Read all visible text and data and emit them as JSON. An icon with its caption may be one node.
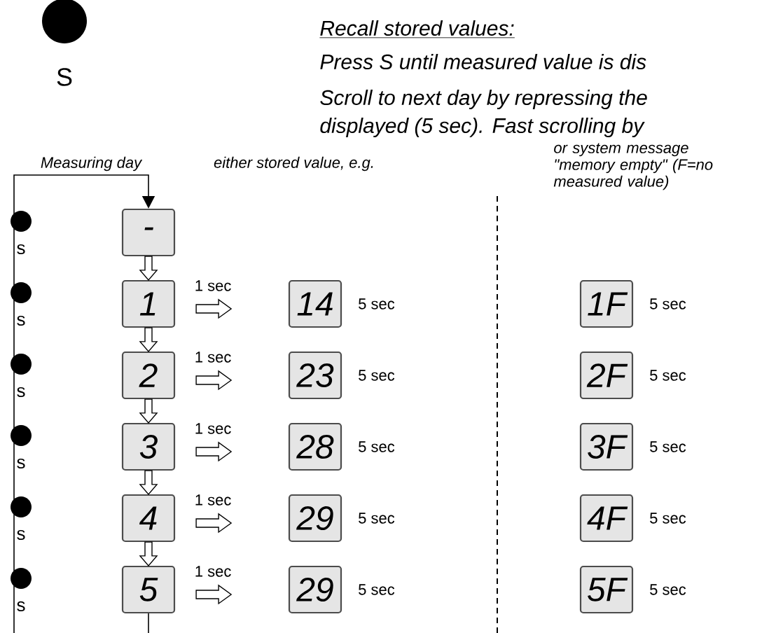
{
  "diagram": {
    "title": "Recall stored values:",
    "nodes": [
      {
        "text": [
          "-"
        ]
      },
      {
        "text": [
          "1"
        ]
      },
      {
        "text": [
          "2"
        ]
      },
      {
        "text": [
          "3"
        ]
      },
      {
        "text": [
          "4"
        ]
      },
      {
        "text": [
          "5"
        ]
      },
      {
        "text": [
          "14"
        ],
        "beside": [
          "5 sec"
        ]
      },
      {
        "text": [
          "23"
        ],
        "beside": [
          "5 sec"
        ]
      },
      {
        "text": [
          "28"
        ],
        "beside": [
          "5 sec"
        ]
      },
      {
        "text": [
          "29"
        ],
        "beside": [
          "5 sec"
        ]
      },
      {
        "text": [
          "29"
        ],
        "beside": [
          "5 sec"
        ]
      },
      {
        "text": [
          "1F"
        ],
        "beside": [
          "5 sec"
        ]
      },
      {
        "text": [
          "2F"
        ],
        "beside": [
          "5 sec"
        ]
      },
      {
        "text": [
          "3F"
        ],
        "beside": [
          "5 sec"
        ]
      },
      {
        "text": [
          "4F"
        ],
        "beside": [
          "5 sec"
        ]
      },
      {
        "text": [
          "5F"
        ],
        "beside": [
          "5 sec"
        ]
      }
    ],
    "edges": [
      {
        "from": 0,
        "to": 1,
        "arrow": "to"
      },
      {
        "from": 1,
        "to": 2,
        "arrow": "to"
      },
      {
        "from": 2,
        "to": 3,
        "arrow": "to"
      },
      {
        "from": 3,
        "to": 4,
        "arrow": "to"
      },
      {
        "from": 4,
        "to": 5,
        "arrow": "to"
      },
      {
        "from": 1,
        "to": 6,
        "label": "1 sec",
        "arrow": "to"
      },
      {
        "from": 2,
        "to": 7,
        "label": "1 sec",
        "arrow": "to"
      },
      {
        "from": 3,
        "to": 8,
        "label": "1 sec",
        "arrow": "to"
      },
      {
        "from": 4,
        "to": 9,
        "label": "1 sec",
        "arrow": "to"
      },
      {
        "from": 5,
        "to": 10,
        "label": "1 sec",
        "arrow": "to"
      },
      {
        "from": 5,
        "to": 0,
        "arrow": "to"
      }
    ],
    "labels": [
      "S",
      "Press S until measured value is dis",
      "Scroll to next day by repressing the",
      "displayed (5 sec). Fast scrolling by",
      "Measuring day",
      "either stored value, e.g.",
      "or system message \"memory empty\" (F=no measured value)",
      "s",
      "s",
      "s",
      "s",
      "s",
      "s"
    ]
  }
}
